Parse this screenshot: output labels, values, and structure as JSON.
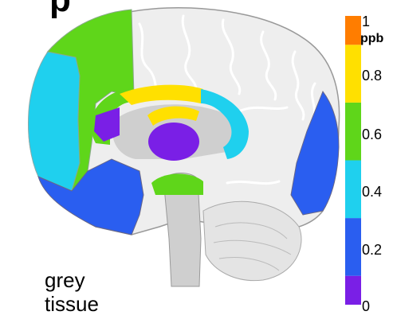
{
  "corner_mark": "p",
  "region_label": "grey\ntissue",
  "colorbar": {
    "unit": "ppb",
    "ticks": [
      "0",
      "0.2",
      "0.4",
      "0.6",
      "0.8",
      "1"
    ],
    "stops": [
      {
        "from": 0.0,
        "to": 0.1,
        "color": "#7a1fe6"
      },
      {
        "from": 0.1,
        "to": 0.3,
        "color": "#2a5ef0"
      },
      {
        "from": 0.3,
        "to": 0.5,
        "color": "#1fd0ee"
      },
      {
        "from": 0.5,
        "to": 0.7,
        "color": "#5fd61a"
      },
      {
        "from": 0.7,
        "to": 0.9,
        "color": "#ffe000"
      },
      {
        "from": 0.9,
        "to": 1.0,
        "color": "#ff7d00"
      }
    ]
  },
  "colors": {
    "frontal_pole": "#1fd0ee",
    "frontal_band": "#5fd61a",
    "temporal": "#2a5ef0",
    "occipital": "#2a5ef0",
    "corpus_callosum_front": "#5fd61a",
    "corpus_callosum_mid": "#ffe000",
    "corpus_callosum_back": "#1fd0ee",
    "thalamus": "#7a1fe6",
    "caudate": "#7a1fe6",
    "brainstem_top": "#5fd61a",
    "background_tissue": "#eeeeee",
    "outline": "#999999"
  }
}
